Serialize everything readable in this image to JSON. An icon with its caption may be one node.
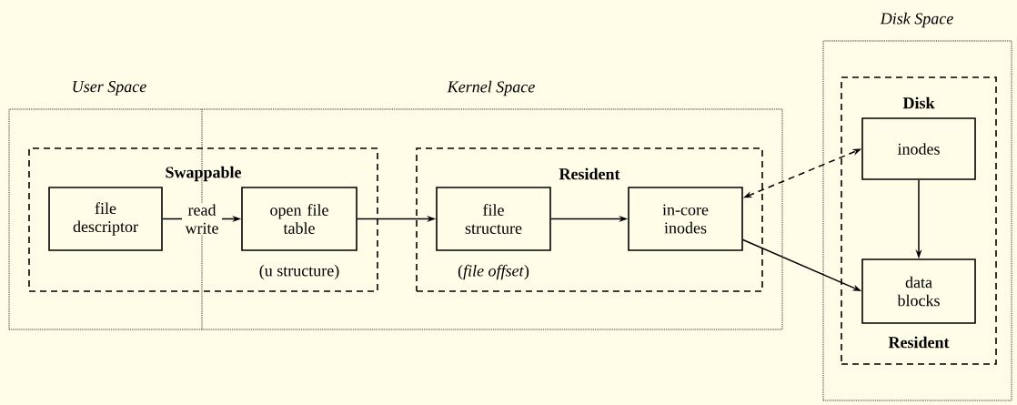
{
  "diagram": {
    "nodes": [
      {
        "text": [
          "User Space",
          "Kernel Space"
        ]
      },
      {
        "text": [
          "Disk Space"
        ]
      },
      {
        "text": [
          "Swappable"
        ],
        "in": 0
      },
      {
        "text": [
          "file descriptor"
        ],
        "in": 2
      },
      {
        "text": [
          "open file table"
        ],
        "in": 2,
        "beside": [
          "(u structure)"
        ]
      },
      {
        "text": [
          "Resident"
        ],
        "in": 0
      },
      {
        "text": [
          "file structure"
        ],
        "in": 5,
        "beside": [
          "(*file offset*)"
        ]
      },
      {
        "text": [
          "in-core inodes"
        ],
        "in": 5
      },
      {
        "text": [
          "Disk",
          "Resident"
        ],
        "in": 1
      },
      {
        "text": [
          "inodes"
        ],
        "in": 8
      },
      {
        "text": [
          "data blocks"
        ],
        "in": 8
      }
    ],
    "edges": [
      {
        "from": 3,
        "to": 4,
        "arrow": "to",
        "label": "read write"
      },
      {
        "from": 4,
        "to": 6,
        "arrow": "to"
      },
      {
        "from": 6,
        "to": 7,
        "arrow": "to"
      },
      {
        "from": 7,
        "to": 9,
        "arrow": "both",
        "style": "dashed"
      },
      {
        "from": 7,
        "to": 10,
        "arrow": "to"
      },
      {
        "from": 9,
        "to": 10,
        "arrow": "to"
      }
    ]
  }
}
